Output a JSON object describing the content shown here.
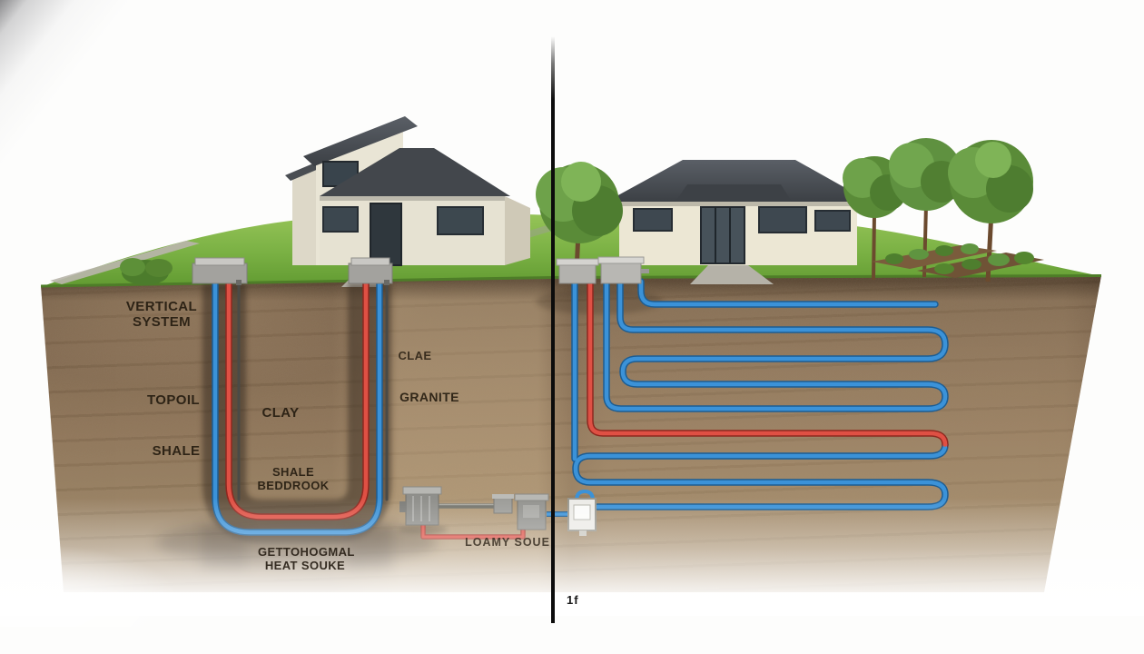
{
  "labels": {
    "vertical_system": "VERTICAL\nSYSTEM",
    "topsoil": "TOPOIL",
    "shale": "SHALE",
    "clay_left": "CLAY",
    "bedrock": "SHALE\nBEDDROOK",
    "geothermal_source": "GETTOHOGMAL\nHEAT SOUKE",
    "clay_right": "CLAE",
    "granite": "GRANITE",
    "loamy_soil": "LOAMY SOUE",
    "scale_marker": "1f"
  },
  "colors": {
    "pipe_supply_blue": "#3b92d8",
    "pipe_return_red": "#df5044",
    "grass_green": "#6ba437",
    "soil_brown": "#8d7356",
    "roof_gray": "#45494e",
    "siding_cream": "#e9e5d5",
    "divider_black": "#0c0c0c"
  }
}
